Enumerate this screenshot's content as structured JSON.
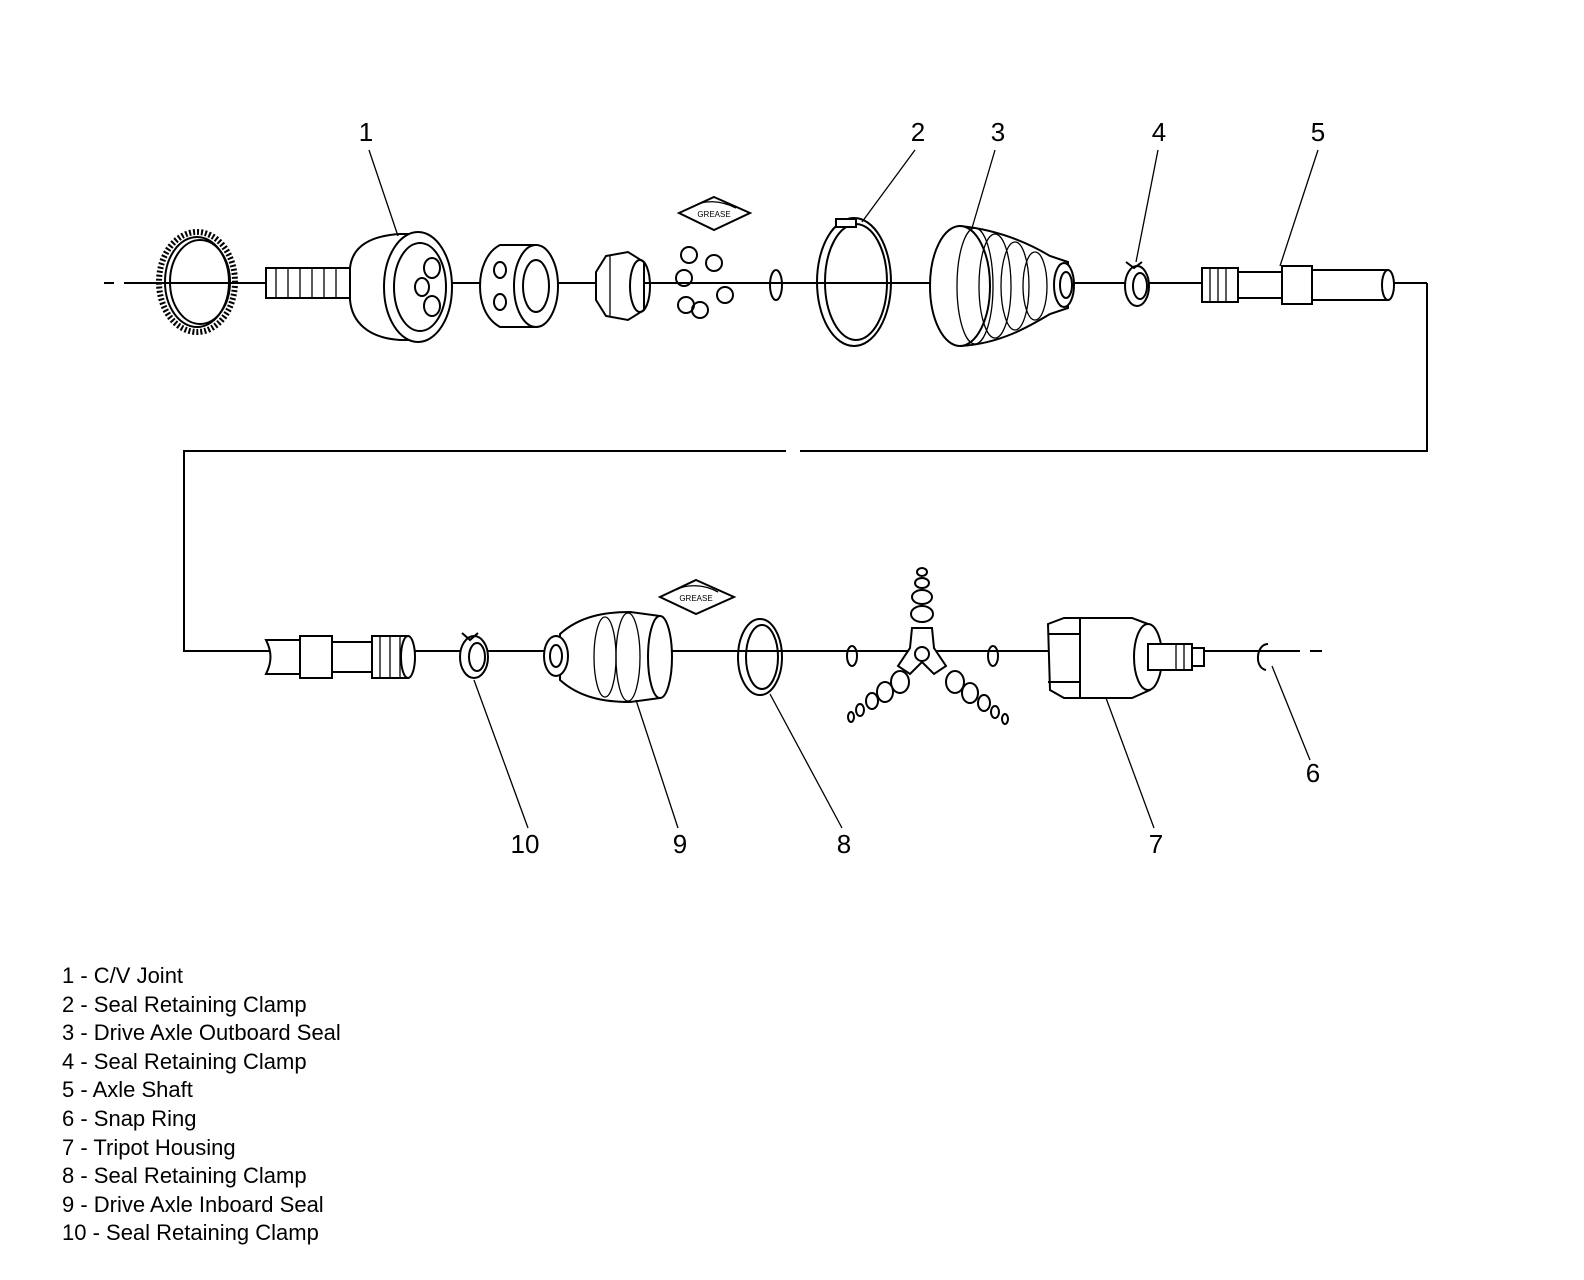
{
  "callouts": [
    {
      "num": "1"
    },
    {
      "num": "2"
    },
    {
      "num": "3"
    },
    {
      "num": "4"
    },
    {
      "num": "5"
    },
    {
      "num": "6"
    },
    {
      "num": "7"
    },
    {
      "num": "8"
    },
    {
      "num": "9"
    },
    {
      "num": "10"
    }
  ],
  "grease_label": "GREASE",
  "legend": [
    {
      "text": "1 - C/V Joint"
    },
    {
      "text": "2 - Seal Retaining Clamp"
    },
    {
      "text": "3 - Drive Axle Outboard Seal"
    },
    {
      "text": "4 - Seal Retaining Clamp"
    },
    {
      "text": "5 - Axle Shaft"
    },
    {
      "text": "6 - Snap Ring"
    },
    {
      "text": "7 - Tripot Housing"
    },
    {
      "text": "8 - Seal Retaining Clamp"
    },
    {
      "text": "9 - Drive Axle Inboard Seal"
    },
    {
      "text": "10 - Seal Retaining Clamp"
    }
  ]
}
